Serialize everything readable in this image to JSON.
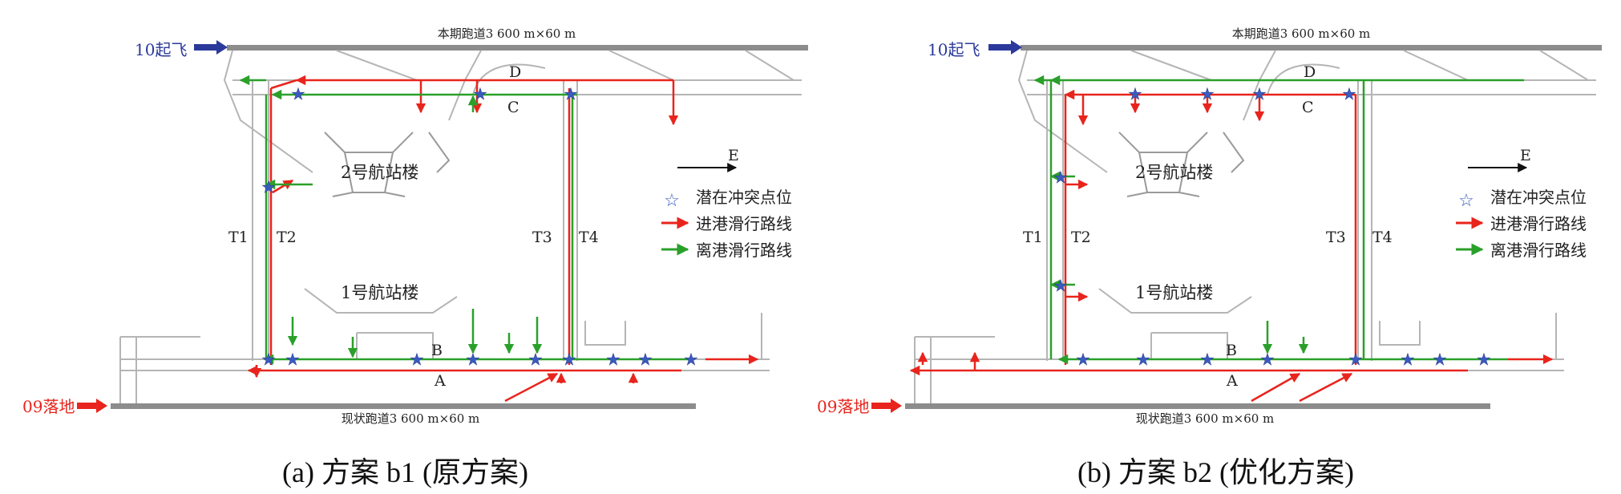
{
  "panels": [
    {
      "id": "a",
      "caption": "(a)  方案 b1 (原方案)",
      "labels": {
        "runway_top": "本期跑道3 600 m×60 m",
        "runway_bottom": "现状跑道3 600 m×60 m",
        "takeoff": "10起飞",
        "landing": "09落地",
        "terminal2": "2号航站楼",
        "terminal1": "1号航站楼",
        "T1": "T1",
        "T2": "T2",
        "T3": "T3",
        "T4": "T4",
        "A": "A",
        "B": "B",
        "C": "C",
        "D": "D",
        "E": "E"
      },
      "legend": {
        "conflict": "潜在冲突点位",
        "arrival": "进港滑行路线",
        "departure": "离港滑行路线"
      }
    },
    {
      "id": "b",
      "caption": "(b)  方案 b2 (优化方案)",
      "labels": {
        "runway_top": "本期跑道3 600 m×60 m",
        "runway_bottom": "现状跑道3 600 m×60 m",
        "takeoff": "10起飞",
        "landing": "09落地",
        "terminal2": "2号航站楼",
        "terminal1": "1号航站楼",
        "T1": "T1",
        "T2": "T2",
        "T3": "T3",
        "T4": "T4",
        "A": "A",
        "B": "B",
        "C": "C",
        "D": "D",
        "E": "E"
      },
      "legend": {
        "conflict": "潜在冲突点位",
        "arrival": "进港滑行路线",
        "departure": "离港滑行路线"
      }
    }
  ],
  "colors": {
    "arrival": "#e8241c",
    "departure": "#2aa02a",
    "takeoff_arrow": "#2b3a9a",
    "landing_arrow": "#e8241c",
    "conflict_star": "#3a5bbf",
    "runway": "#8c8c8c",
    "taxiway": "#b5b5b5"
  },
  "icons": {
    "conflict": "star-icon",
    "arrival": "arrow-right-icon",
    "departure": "arrow-right-icon",
    "east": "arrow-right-icon"
  }
}
